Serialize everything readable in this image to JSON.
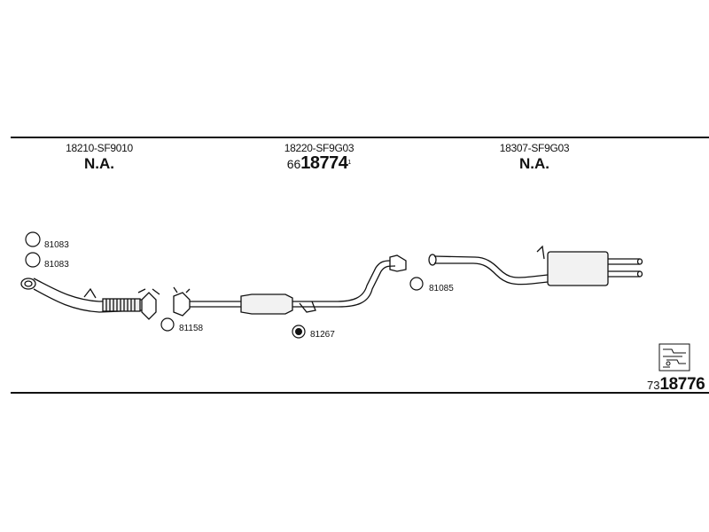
{
  "columns": [
    {
      "part_number": "18210-SF9010",
      "availability": "N.A."
    },
    {
      "part_number": "18220-SF9G03",
      "ref_prefix": "66",
      "ref_main": "18774",
      "ref_suffix": "1"
    },
    {
      "part_number": "18307-SF9G03",
      "availability": "N.A."
    }
  ],
  "accessories": {
    "gasket_1": "81083",
    "gasket_2": "81083",
    "clamp_front": "81158",
    "rubber_mount": "81267",
    "gasket_rear": "81085"
  },
  "set_reference": {
    "prefix": "73",
    "main": "18776"
  },
  "icons": {
    "assembly": "exhaust-system-set-icon"
  }
}
